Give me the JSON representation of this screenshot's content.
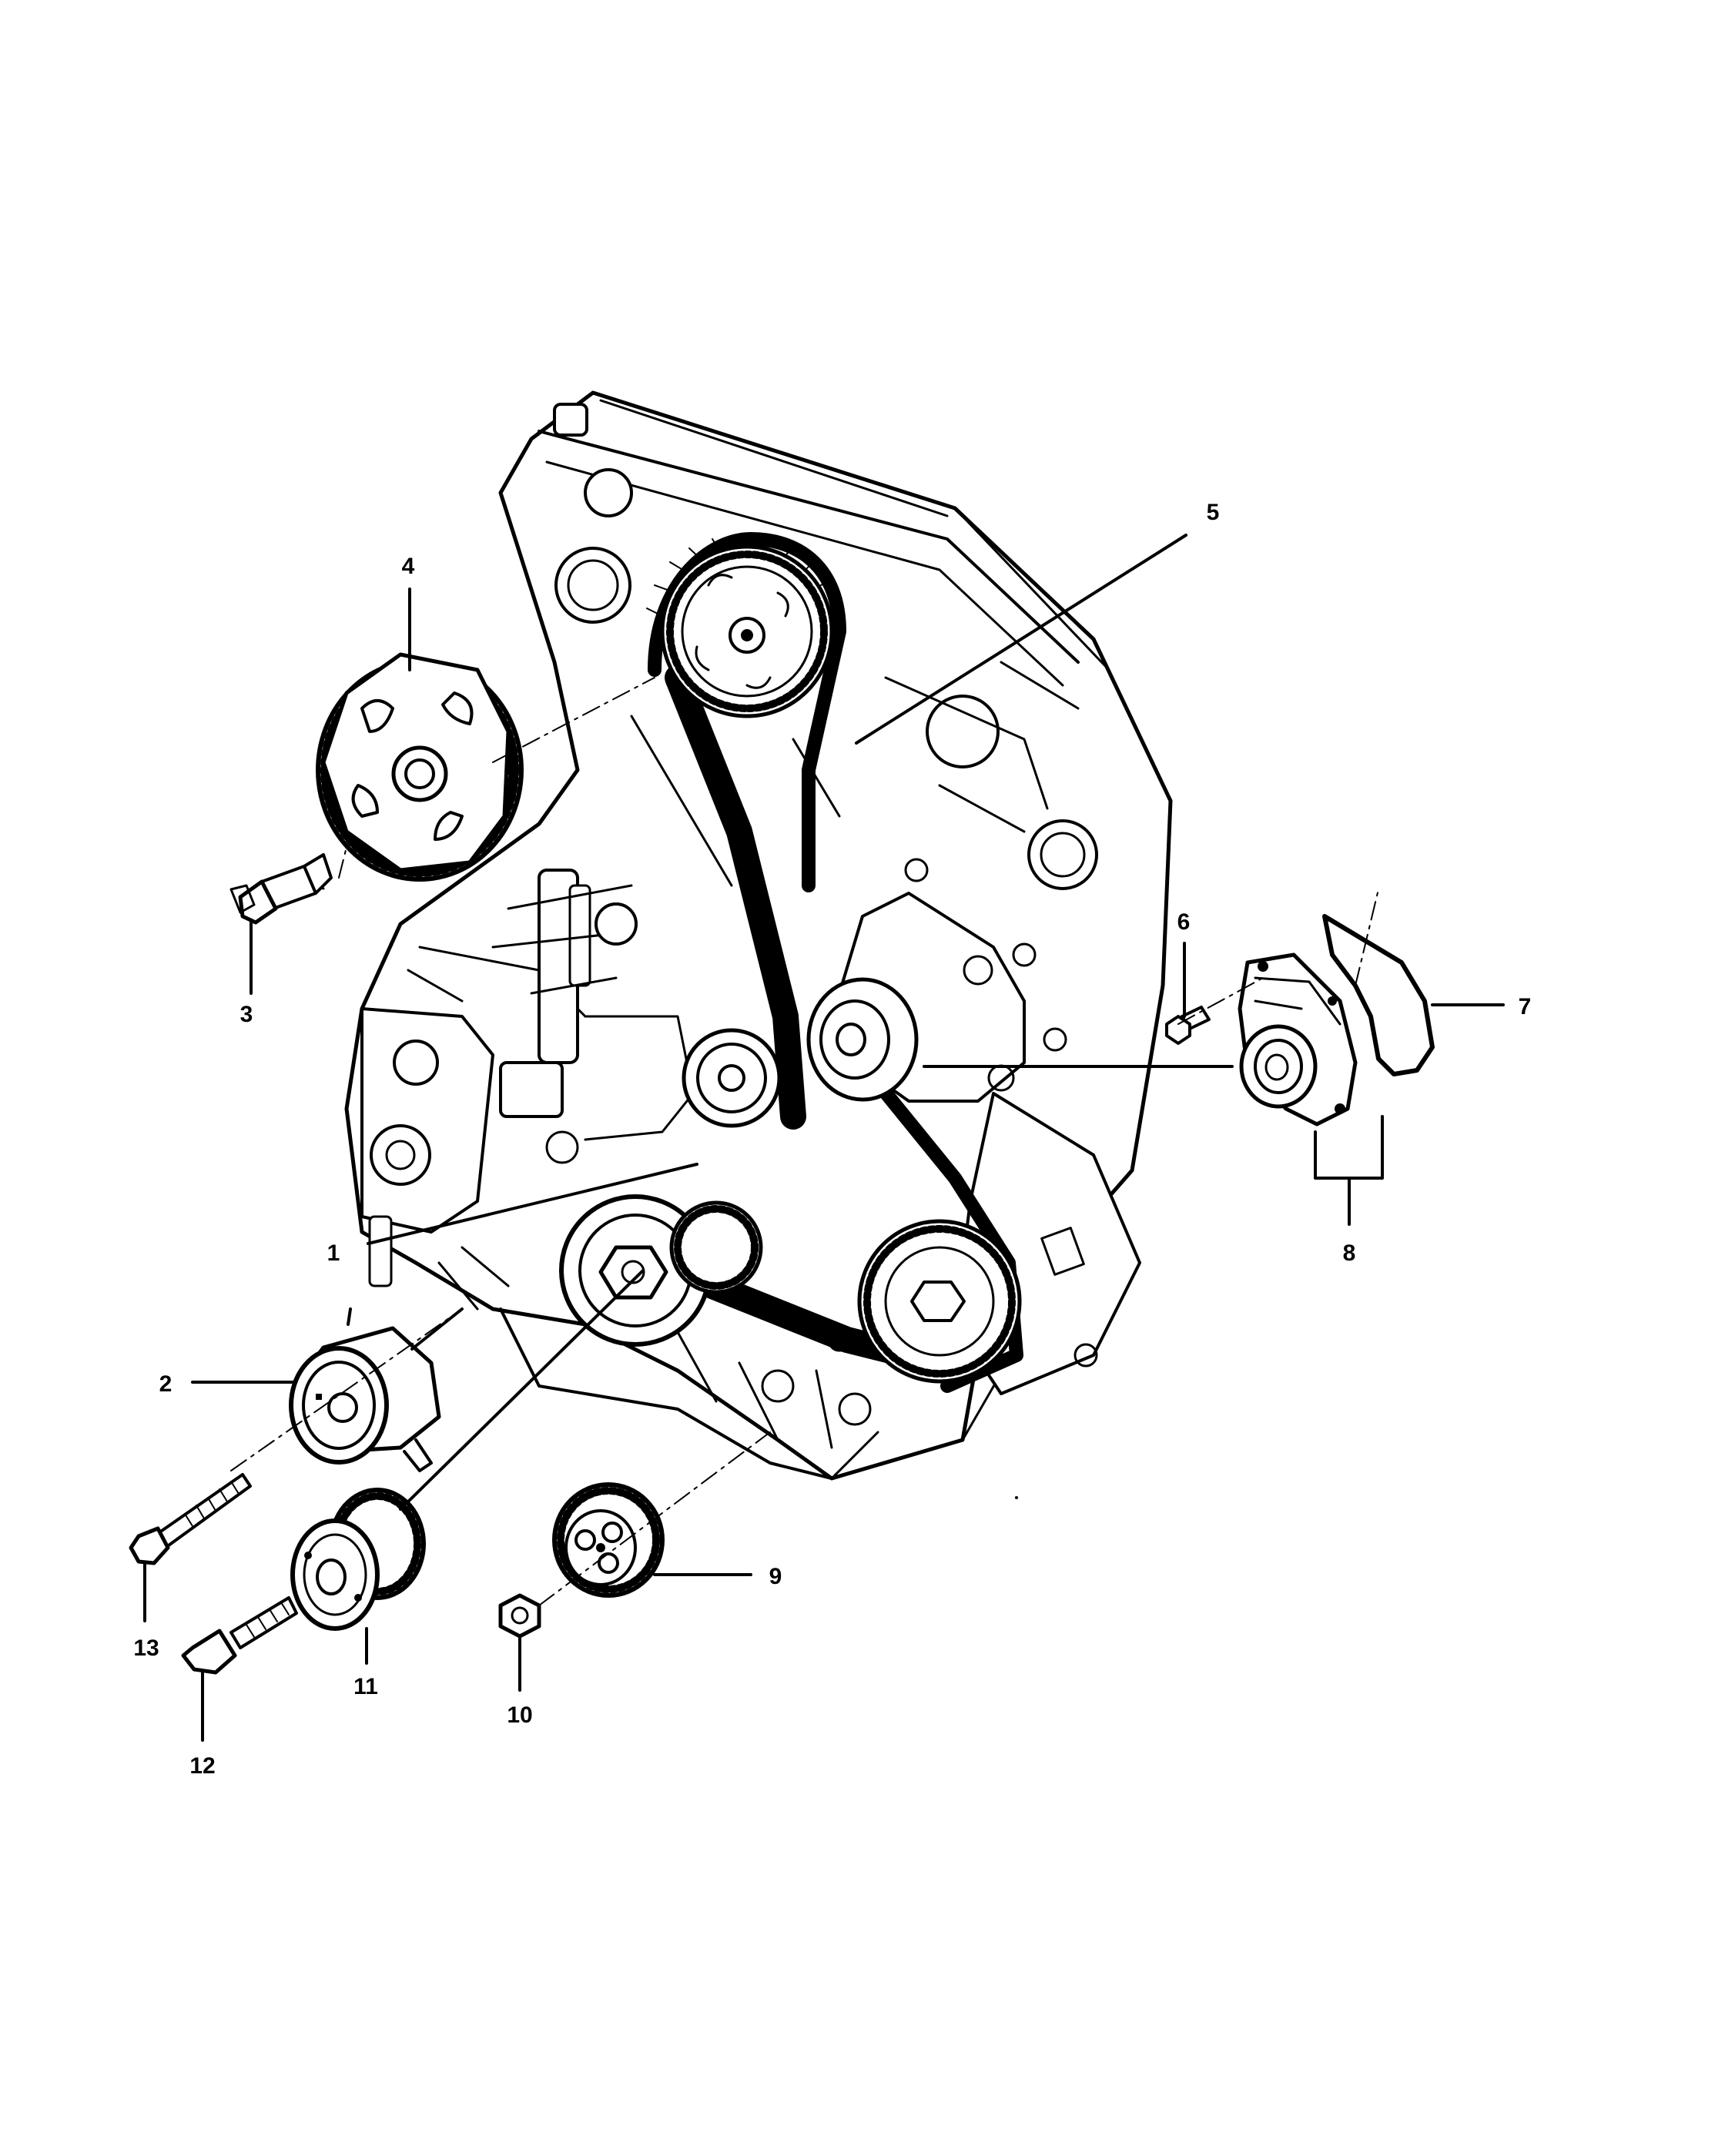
{
  "diagram": {
    "type": "exploded parts diagram",
    "callouts": [
      {
        "id": "1",
        "label": "1"
      },
      {
        "id": "2",
        "label": "2"
      },
      {
        "id": "3",
        "label": "3"
      },
      {
        "id": "4",
        "label": "4"
      },
      {
        "id": "5",
        "label": "5"
      },
      {
        "id": "6",
        "label": "6"
      },
      {
        "id": "7",
        "label": "7"
      },
      {
        "id": "8",
        "label": "8"
      },
      {
        "id": "9",
        "label": "9"
      },
      {
        "id": "10",
        "label": "10"
      },
      {
        "id": "11",
        "label": "11"
      },
      {
        "id": "12",
        "label": "12"
      },
      {
        "id": "13",
        "label": "13"
      }
    ]
  }
}
